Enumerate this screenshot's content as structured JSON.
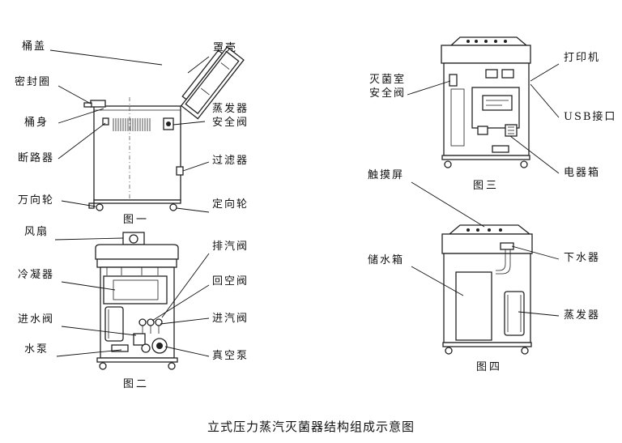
{
  "caption": "立式压力蒸汽灭菌器结构组成示意图",
  "figures": {
    "fig1": "图一",
    "fig2": "图二",
    "fig3": "图三",
    "fig4": "图四"
  },
  "labels": {
    "fig1": {
      "lid": "桶盖",
      "seal": "密封圈",
      "body": "桶身",
      "breaker": "断路器",
      "caster": "万向轮",
      "shell": "罩壳",
      "evap_valve_l1": "蒸发器",
      "evap_valve_l2": "安全阀",
      "filter": "过滤器",
      "fixed_wheel": "定向轮"
    },
    "fig2": {
      "fan": "风扇",
      "condenser": "冷凝器",
      "inlet_valve": "进水阀",
      "pump": "水泵",
      "exhaust_valve": "排汽阀",
      "return_valve": "回空阀",
      "steam_in_valve": "进汽阀",
      "vacuum_pump": "真空泵"
    },
    "fig3": {
      "chamber_valve_l1": "灭菌室",
      "chamber_valve_l2": "安全阀",
      "printer": "打印机",
      "usb": "USB接口",
      "electric_box": "电器箱"
    },
    "fig4": {
      "touch_screen": "触摸屏",
      "water_tank": "储水箱",
      "drain": "下水器",
      "evaporator": "蒸发器"
    }
  }
}
